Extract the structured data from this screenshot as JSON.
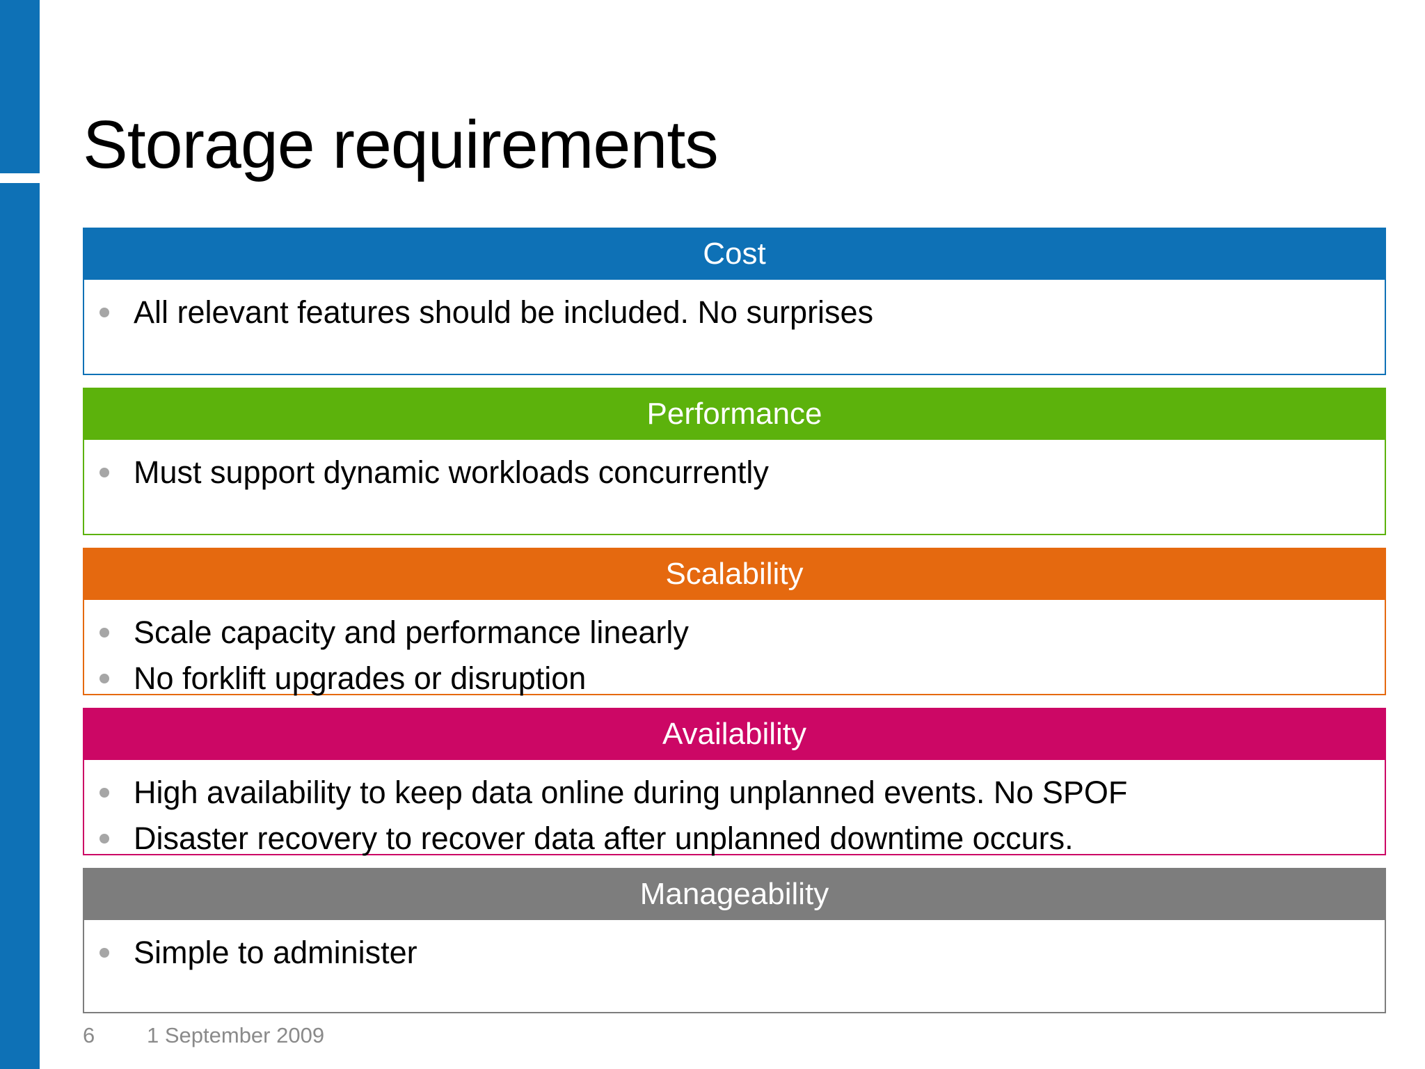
{
  "slide": {
    "title": "Storage requirements",
    "footer": {
      "page_number": "6",
      "date": "1 September 2009"
    },
    "accent_bar_color": "#0e71b6"
  },
  "sections": [
    {
      "id": "cost",
      "label": "Cost",
      "color": "#0e71b6",
      "bullets": [
        "All relevant features should be included. No surprises"
      ]
    },
    {
      "id": "performance",
      "label": "Performance",
      "color": "#5cb20c",
      "bullets": [
        "Must support dynamic workloads concurrently"
      ]
    },
    {
      "id": "scalability",
      "label": "Scalability",
      "color": "#e5690f",
      "bullets": [
        "Scale capacity and performance linearly",
        "No forklift upgrades or disruption"
      ]
    },
    {
      "id": "availability",
      "label": "Availability",
      "color": "#cc0765",
      "bullets": [
        "High availability to keep data online during unplanned events. No SPOF",
        "Disaster recovery to recover data after unplanned downtime occurs."
      ]
    },
    {
      "id": "manageability",
      "label": "Manageability",
      "color": "#7d7d7d",
      "bullets": [
        "Simple to administer"
      ]
    }
  ]
}
